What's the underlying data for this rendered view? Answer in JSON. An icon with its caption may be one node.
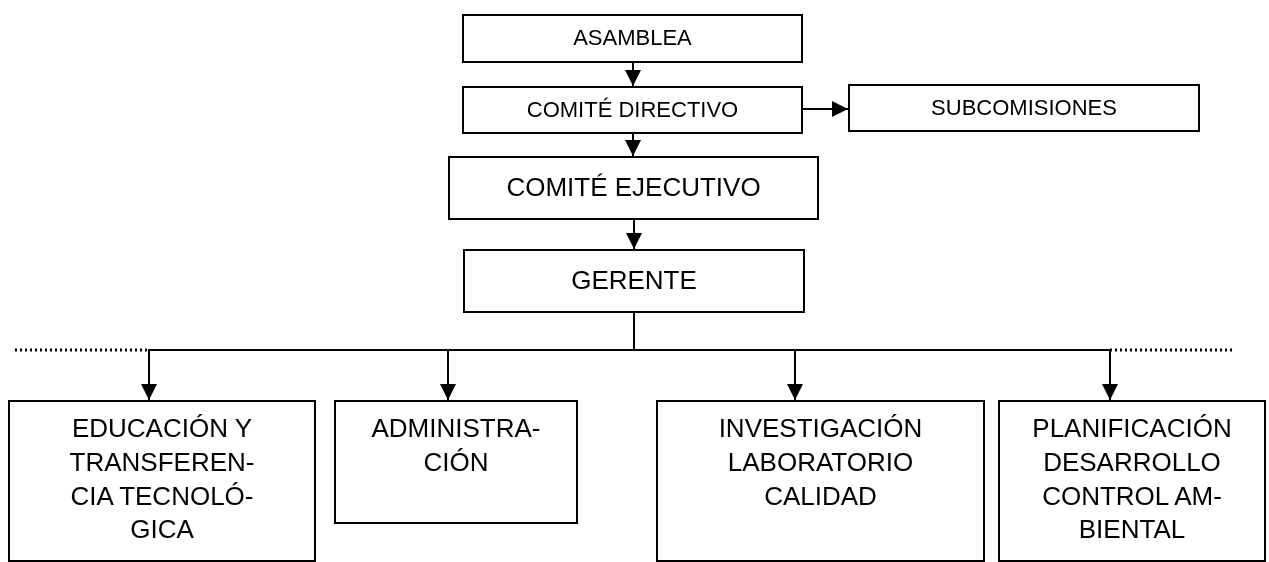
{
  "diagram": {
    "nodes": [
      {
        "text": [
          "ASAMBLEA"
        ]
      },
      {
        "text": [
          "COMITÉ DIRECTIVO"
        ]
      },
      {
        "text": [
          "SUBCOMISIONES"
        ]
      },
      {
        "text": [
          "COMITÉ EJECUTIVO"
        ]
      },
      {
        "text": [
          "GERENTE"
        ]
      },
      {
        "text": [
          "EDUCACIÓN Y TRANSFEREN- CIA TECNOLÓ- GICA"
        ]
      },
      {
        "text": [
          "ADMINISTRA- CIÓN"
        ]
      },
      {
        "text": [
          "INVESTIGACIÓN LABORATORIO CALIDAD"
        ]
      },
      {
        "text": [
          "PLANIFICACIÓN DESARROLLO CONTROL AM- BIENTAL"
        ]
      }
    ],
    "edges": [
      {
        "from": 0,
        "to": 1,
        "arrow": "to"
      },
      {
        "from": 1,
        "to": 2,
        "arrow": "to"
      },
      {
        "from": 1,
        "to": 3,
        "arrow": "to"
      },
      {
        "from": 3,
        "to": 4,
        "arrow": "to"
      },
      {
        "from": 4,
        "to": 5,
        "arrow": "to"
      },
      {
        "from": 4,
        "to": 6,
        "arrow": "to"
      },
      {
        "from": 4,
        "to": 7,
        "arrow": "to"
      },
      {
        "from": 4,
        "to": 8,
        "arrow": "to"
      }
    ]
  }
}
